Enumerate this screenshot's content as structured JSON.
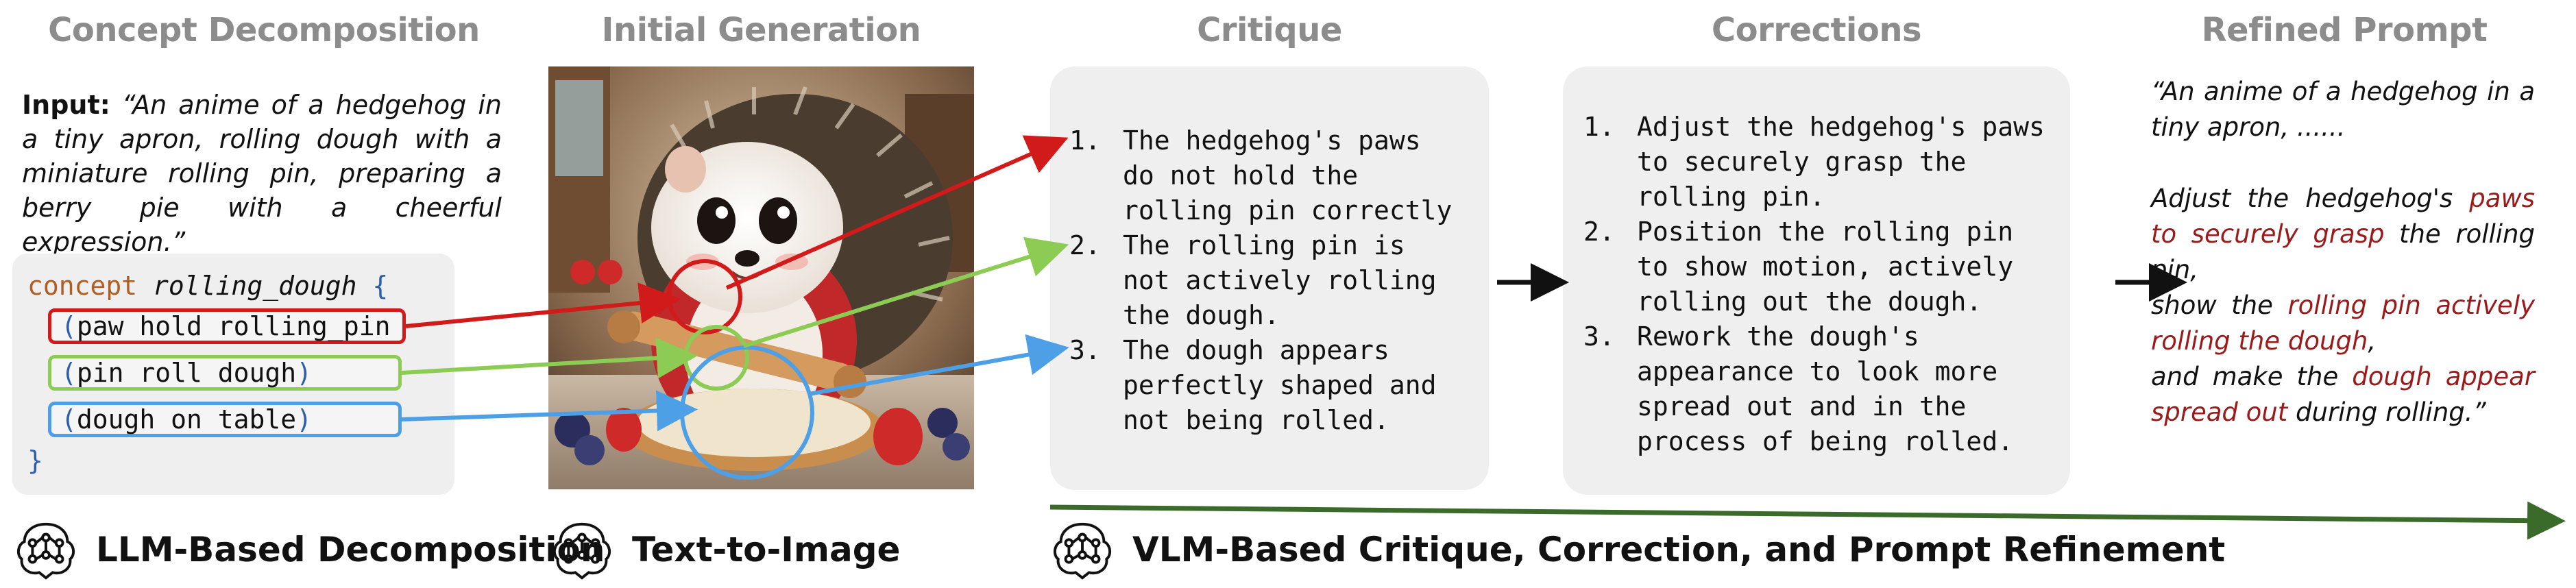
{
  "headings": {
    "concept_decomposition": "Concept Decomposition",
    "initial_generation": "Initial Generation",
    "critique": "Critique",
    "corrections": "Corrections",
    "refined_prompt": "Refined Prompt"
  },
  "input": {
    "label": "Input:",
    "text": "“An anime of a hedgehog in a tiny apron, rolling dough with a miniature rolling pin, preparing a berry pie with a cheerful expression.”"
  },
  "concept_code": {
    "keyword": "concept",
    "name": "rolling_dough",
    "open_brace": "{",
    "close_brace": "}",
    "items": [
      {
        "open": "(",
        "text": "paw hold rolling_pin",
        "close": "",
        "color": "#d11a1a"
      },
      {
        "open": "(",
        "text": "pin roll dough",
        "close": ")",
        "color": "#8ccc54"
      },
      {
        "open": "(",
        "text": "dough on table",
        "close": ")",
        "color": "#4ea0e6"
      }
    ]
  },
  "critique": {
    "items": [
      {
        "num": "1.",
        "text": "The hedgehog's paws do not hold the rolling pin correctly"
      },
      {
        "num": "2.",
        "text": "The rolling pin is not actively rolling the dough."
      },
      {
        "num": "3.",
        "text": "The dough appears perfectly shaped and not being rolled."
      }
    ]
  },
  "corrections": {
    "items": [
      {
        "num": "1.",
        "text": "Adjust the hedgehog's paws to securely grasp the rolling pin."
      },
      {
        "num": "2.",
        "text": "Position the rolling pin to show motion, actively rolling out the dough."
      },
      {
        "num": "3.",
        "text": "Rework the dough's appearance to look more spread out and in the process of being rolled."
      }
    ]
  },
  "refined": {
    "p1": "“An anime of a hedgehog in a tiny apron, ......",
    "s1": "Adjust the hedgehog's ",
    "h1": "paws to securely grasp",
    "s2": " the rolling pin,",
    "s3": "show the ",
    "h2": "rolling pin actively rolling the dough",
    "s4": ",",
    "s5": "and make the ",
    "h3": "dough appear spread out",
    "s6": " during rolling.”"
  },
  "footer": {
    "llm": "LLM-Based Decomposition",
    "t2i": "Text-to-Image",
    "vlm": "VLM-Based Critique, Correction, and Prompt Refinement"
  },
  "colors": {
    "red": "#d11a1a",
    "green": "#8ccc54",
    "blue": "#4ea0e6",
    "highlight": "#9b1b1b",
    "progress_arrow": "#3b6b2a",
    "heading_gray": "#8c8c8c",
    "panel_gray": "#efefef"
  },
  "icons": {
    "brain": "neural-network-icon"
  }
}
